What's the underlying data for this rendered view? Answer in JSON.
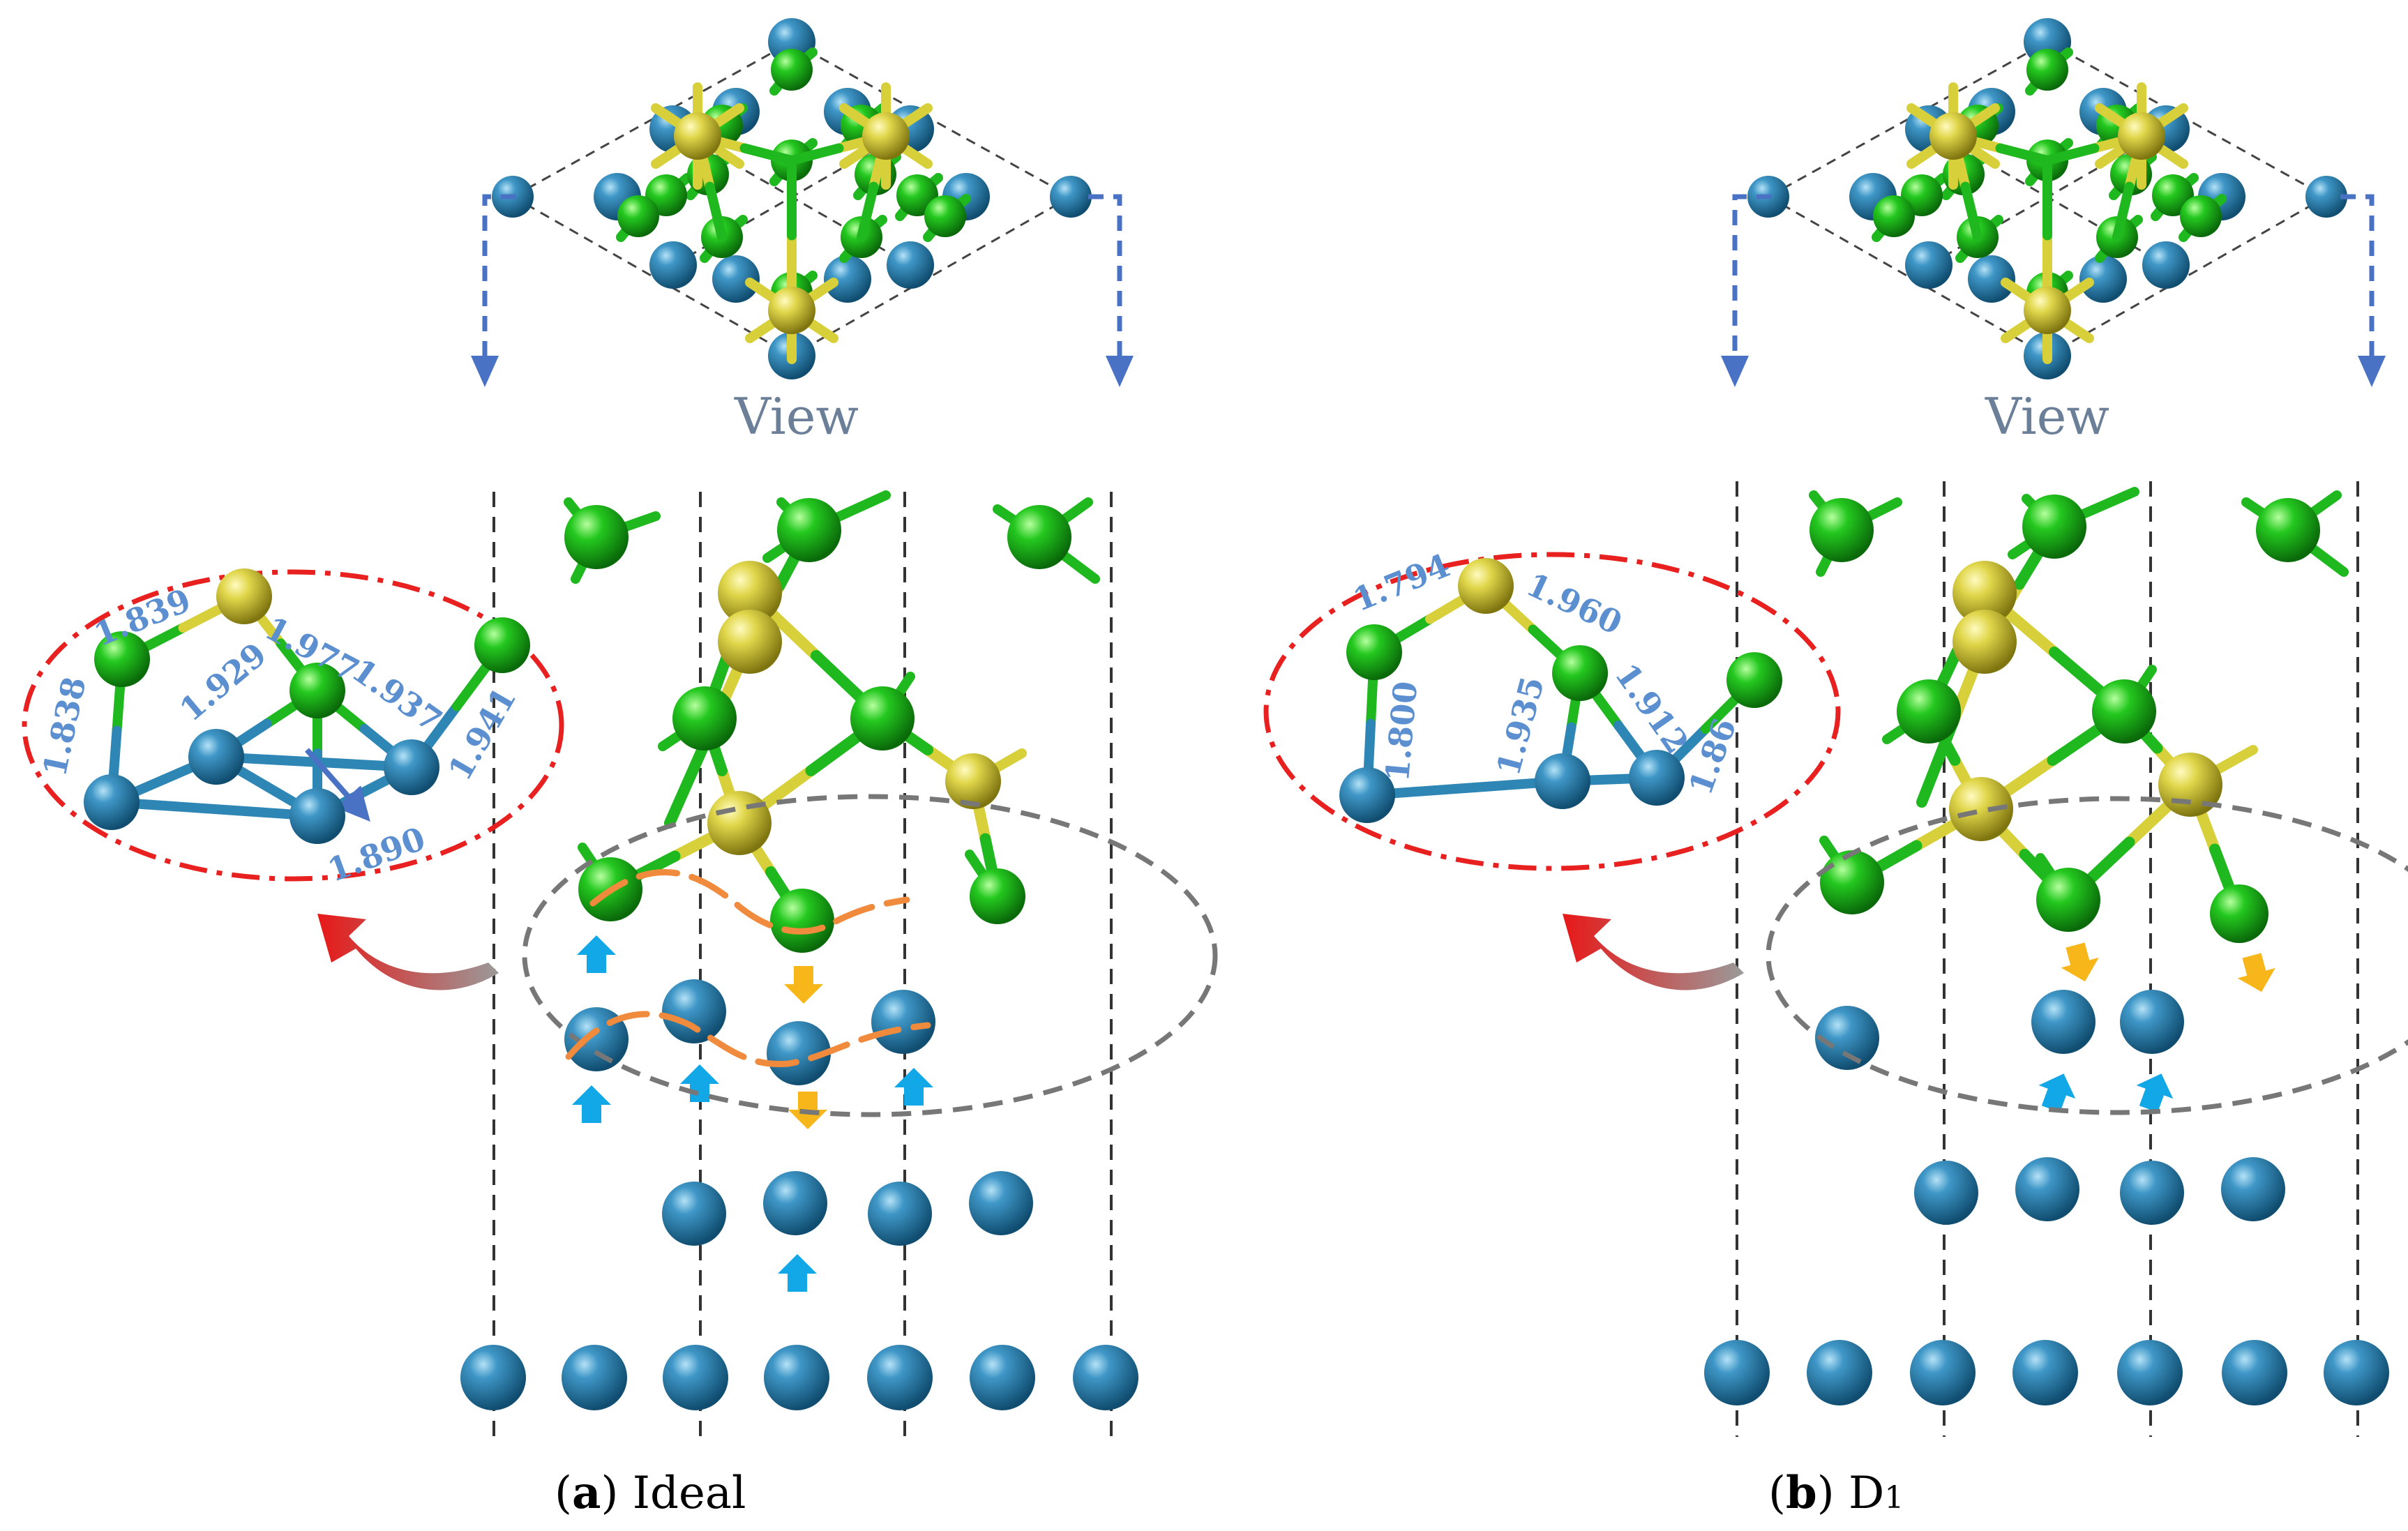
{
  "panel_a": {
    "view_label": "View",
    "caption_letter": "a",
    "caption_name": "Ideal",
    "bond_lengths": [
      "1.839",
      "1.977",
      "1.838",
      "1.929",
      "1.937",
      "1.941",
      "1.890"
    ]
  },
  "panel_b": {
    "view_label": "View",
    "caption_letter": "b",
    "caption_name": "D",
    "caption_subscript": "1",
    "bond_lengths": [
      "1.794",
      "1.960",
      "1.800",
      "1.935",
      "1.912",
      "1.86"
    ]
  },
  "colors": {
    "green_atom": "#1fb81f",
    "yellow_atom": "#d8d03a",
    "blue_atom": "#2e86b5",
    "label_blue": "#5b8fd0",
    "view_arrow": "#4a72c4",
    "red_ellipse": "#e82020",
    "gray_ellipse": "#777777",
    "orange_wave": "#f08a3c",
    "cyan_arrow": "#12a8e8",
    "gold_arrow": "#f7b61a"
  }
}
